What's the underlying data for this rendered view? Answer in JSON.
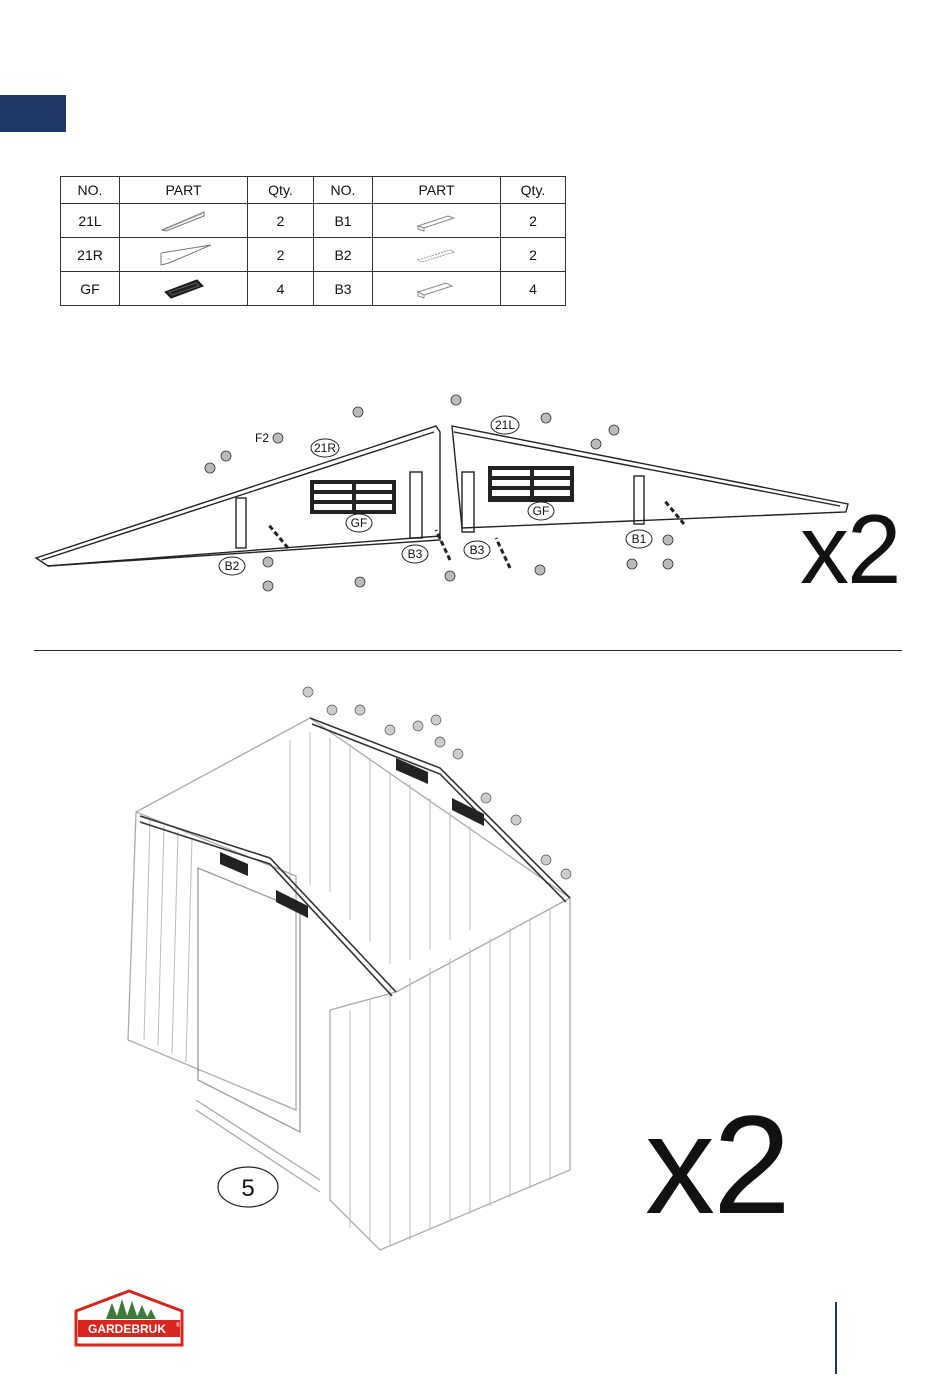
{
  "parts_table": {
    "headers": [
      "NO.",
      "PART",
      "Qty.",
      "NO.",
      "PART",
      "Qty."
    ],
    "rows": [
      {
        "no_left": "21L",
        "icon_left": "roof-side-beam-left-icon",
        "qty_left": "2",
        "no_right": "B1",
        "icon_right": "bracket-b1-icon",
        "qty_right": "2"
      },
      {
        "no_left": "21R",
        "icon_left": "roof-side-beam-right-icon",
        "qty_left": "2",
        "no_right": "B2",
        "icon_right": "bracket-b2-icon",
        "qty_right": "2"
      },
      {
        "no_left": "GF",
        "icon_left": "gable-vent-icon",
        "qty_left": "4",
        "no_right": "B3",
        "icon_right": "bracket-b3-icon",
        "qty_right": "4"
      }
    ]
  },
  "top_diagram": {
    "labels": {
      "f2": "F2",
      "r21": "21R",
      "l21": "21L",
      "gf_left": "GF",
      "gf_right": "GF",
      "b2": "B2",
      "b3_left": "B3",
      "b3_right": "B3",
      "b1": "B1"
    },
    "multiplier": "x2"
  },
  "bottom_diagram": {
    "callout": "5",
    "multiplier": "x2"
  },
  "footer": {
    "logo_text": "GARDEBRUK",
    "trademark": "®",
    "colors": {
      "brand_red": "#d7261e",
      "brand_green": "#3d7a3a",
      "accent_navy": "#1f3864"
    }
  }
}
